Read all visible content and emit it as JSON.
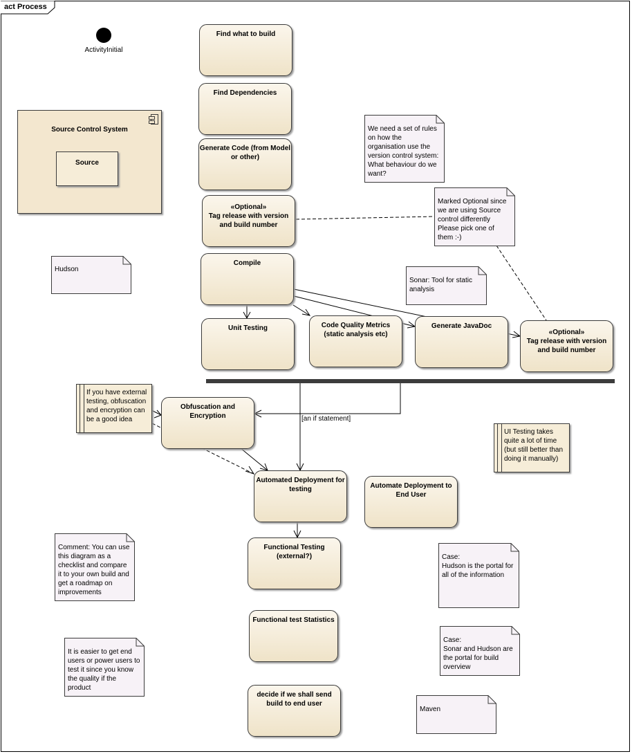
{
  "frame": {
    "title": "act Process"
  },
  "initial_node": {
    "label": "ActivityInitial"
  },
  "component": {
    "name": "Source Control System",
    "part": "Source"
  },
  "actions": {
    "find_what": "Find what to build",
    "find_deps": "Find Dependencies",
    "generate_code": "Generate Code (from Model or other)",
    "tag_release_1": {
      "stereotype": "«Optional»",
      "label": "Tag release with version and build number"
    },
    "compile": "Compile",
    "unit_testing": "Unit Testing",
    "code_quality": "Code Quality Metrics (static analysis etc)",
    "generate_javadoc": "Generate JavaDoc",
    "tag_release_2": {
      "stereotype": "«Optional»",
      "label": "Tag release with version and build number"
    },
    "obfuscation": "Obfuscation and Encryption",
    "auto_deploy_testing": "Automated Deployment for testing",
    "auto_deploy_end_user": "Automate Deployment to End User",
    "functional_testing": "Functional Testing (external?)",
    "functional_stats": "Functional test Statistics",
    "decide_send": "decide if we shall send build to end user"
  },
  "guard": "[an if statement]",
  "notes": {
    "hudson": "Hudson",
    "rules": "We need a  set of rules on how the organisation use the version control system: What behaviour do we want?",
    "marked_optional": "Marked Optional since we are using Source control differently Please pick one of them :-)",
    "sonar": "Sonar: Tool for static analysis",
    "comment_checklist": "Comment: You can use this diagram as a checklist and compare it to your own build and get a roadmap on improvements",
    "end_users": "It is easier to get end users or power users to test it since you know the quality if the product",
    "case_hudson": "Case:\nHudson is the portal for all of the information",
    "case_sonar": "Case:\nSonar and Hudson are the portal for build overview",
    "maven": "Maven"
  },
  "comments": {
    "external_testing": "If you have external testing, obfuscation and encryption can be a good idea",
    "ui_testing": "UI Testing takes quite a lot of time (but still better than doing it manually)"
  },
  "colors": {
    "action_fill": "#efe3c8",
    "note_fill": "#f7f2f7",
    "border": "#3a3a3a",
    "fork_bar": "#3c3c3c"
  }
}
